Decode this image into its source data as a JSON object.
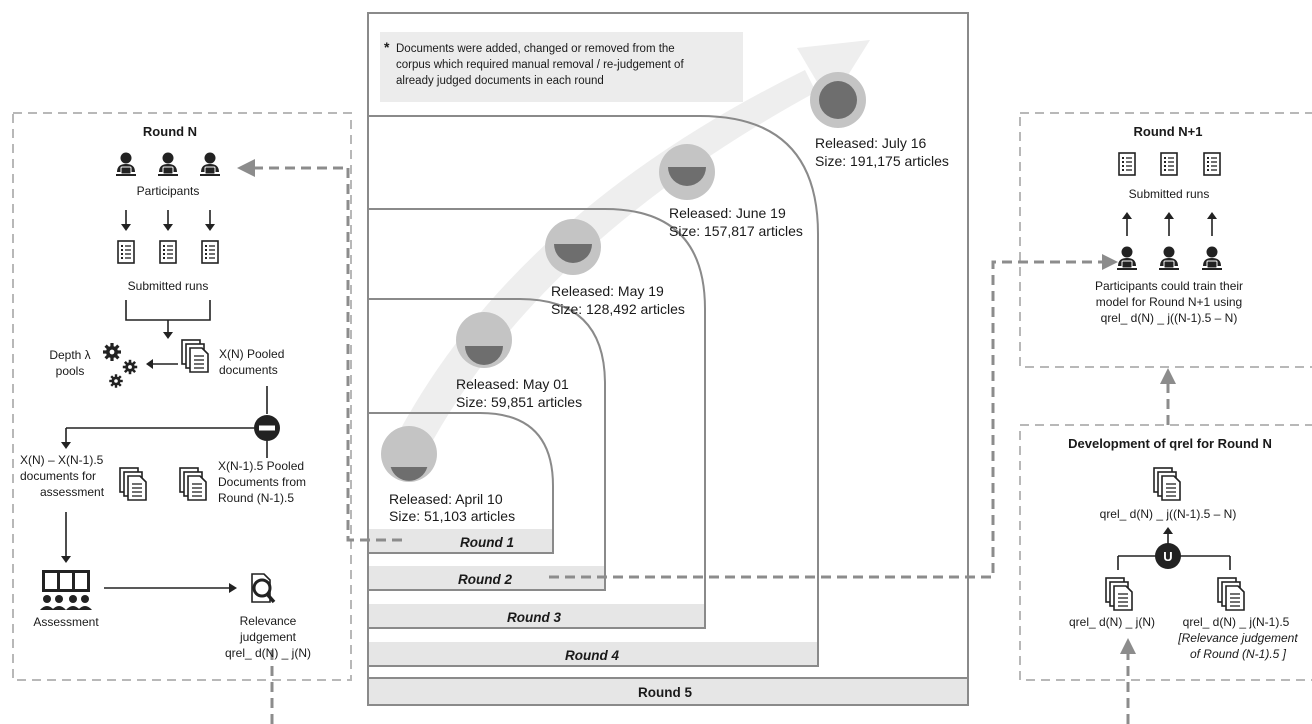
{
  "note": {
    "star": "*",
    "lines": [
      "Documents were added, changed or removed from the",
      "corpus which required manual removal / re-judgement of",
      "already judged documents in each round"
    ]
  },
  "rounds": [
    {
      "label": "Round 1",
      "released": "Released: April 10",
      "size": "Size: 51,103 articles",
      "fill": 0.15
    },
    {
      "label": "Round 2",
      "released": "Released: May 01",
      "size": "Size: 59,851 articles",
      "fill": 0.3
    },
    {
      "label": "Round 3",
      "released": "Released: May 19",
      "size": "Size: 128,492 articles",
      "fill": 0.6
    },
    {
      "label": "Round 4",
      "released": "Released: June 19",
      "size": "Size: 157,817 articles",
      "fill": 0.75
    },
    {
      "label": "Round 5",
      "released": "Released: July 16",
      "size": "Size: 191,175 articles",
      "fill": 1.0
    }
  ],
  "left_panel": {
    "title": "Round N",
    "participants": "Participants",
    "submitted_runs": "Submitted  runs",
    "depth_pools": [
      "Depth λ",
      "pools"
    ],
    "pooled": [
      "X(N) Pooled",
      "documents"
    ],
    "for_assessment": [
      "X(N) – X(N-1).5",
      "documents for",
      "assessment"
    ],
    "prev_pooled": [
      "X(N-1).5 Pooled",
      "Documents from",
      "Round (N-1).5"
    ],
    "assessment": "Assessment",
    "relevance": [
      "Relevance",
      "judgement",
      "qrel_ d(N) _ j(N)"
    ]
  },
  "right_top_panel": {
    "title": "Round N+1",
    "submitted_runs": "Submitted  runs",
    "train_text": [
      "Participants could train their",
      "model for Round N+1 using",
      "qrel_ d(N) _ j((N-1).5 – N)"
    ]
  },
  "right_bottom_panel": {
    "title": "Development of qrel for Round N",
    "merged": "qrel_ d(N) _ j((N-1).5 – N)",
    "left_doc": "qrel_ d(N) _ j(N)",
    "right_doc": [
      "qrel_ d(N) _ j(N-1).5",
      "[Relevance judgement",
      "of Round (N-1).5 ]"
    ],
    "union_symbol": "U"
  },
  "colors": {
    "dashed_border": "#b8b8b8",
    "round_line": "#8a8a8a",
    "band": "#e6e6e6",
    "circle_outer": "#c4c4c4",
    "circle_inner": "#6e6e6e",
    "arrow_band": "#eeeeee",
    "connector": "#8c8c8c"
  },
  "icons": [
    "person-computer-icon",
    "document-list-icon",
    "gears-icon",
    "stacked-documents-icon",
    "no-entry-icon",
    "audience-screen-icon",
    "magnifier-document-icon",
    "union-icon"
  ]
}
